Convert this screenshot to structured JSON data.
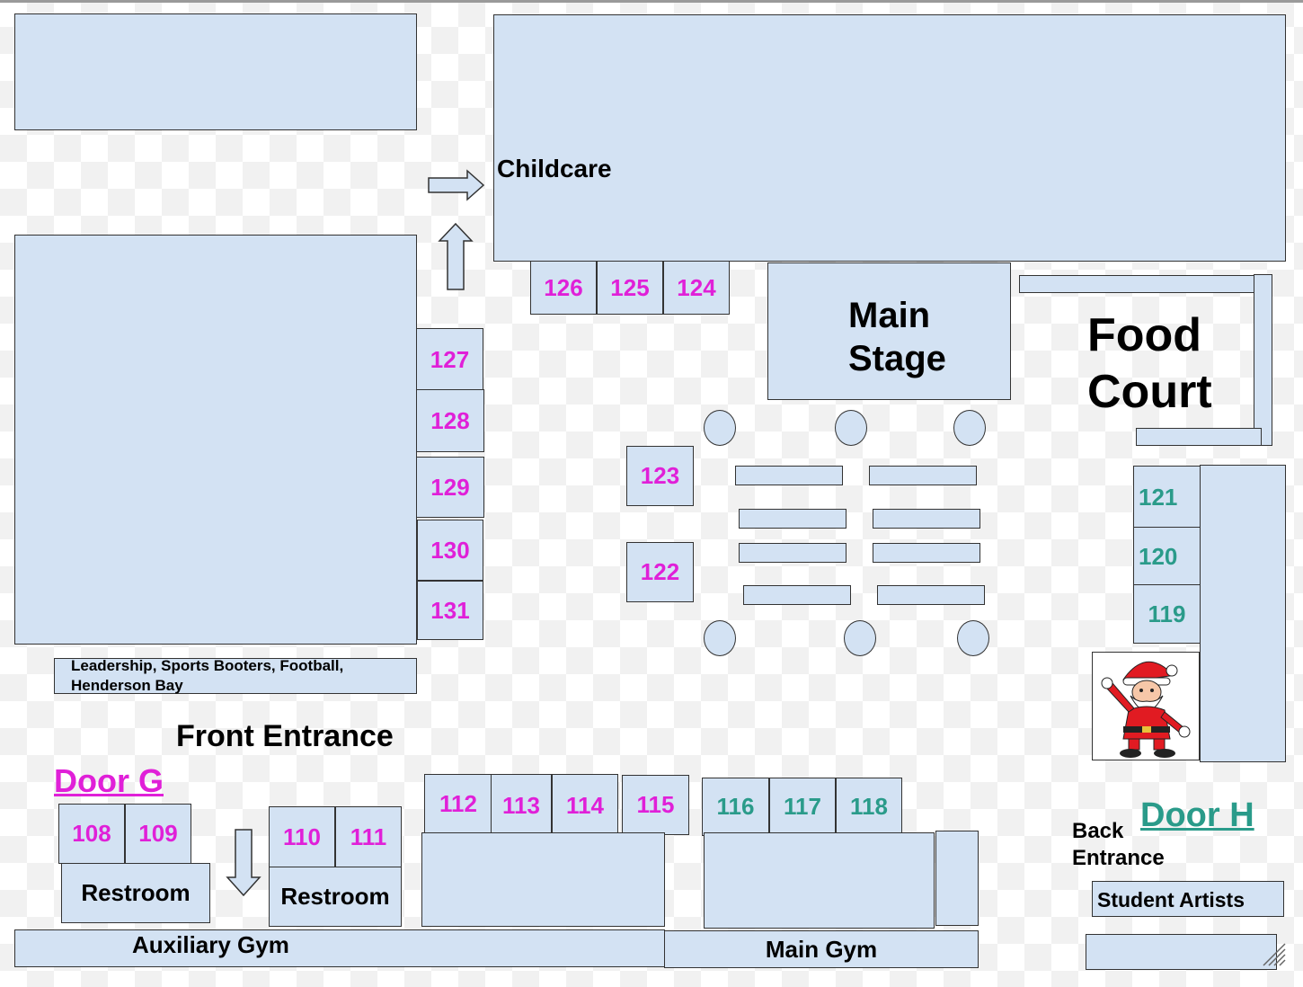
{
  "labels": {
    "childcare": "Childcare",
    "main_stage_line1": "Main",
    "main_stage_line2": "Stage",
    "food_court_line1": "Food",
    "food_court_line2": "Court",
    "leadership_line1": "Leadership, Sports Booters, Football,",
    "leadership_line2": "Henderson Bay",
    "front_entrance": "Front Entrance",
    "door_g": "Door G",
    "door_h": "Door H",
    "back_entrance_line1": "Back",
    "back_entrance_line2": "Entrance",
    "restroom": "Restroom",
    "student_artists": "Student Artists",
    "auxiliary_gym": "Auxiliary Gym",
    "main_gym": "Main Gym"
  },
  "booths": {
    "b108": "108",
    "b109": "109",
    "b110": "110",
    "b111": "111",
    "b112": "112",
    "b113": "113",
    "b114": "114",
    "b115": "115",
    "b116": "116",
    "b117": "117",
    "b118": "118",
    "b119": "119",
    "b120": "120",
    "b121": "121",
    "b122": "122",
    "b123": "123",
    "b124": "124",
    "b125": "125",
    "b126": "126",
    "b127": "127",
    "b128": "128",
    "b129": "129",
    "b130": "130",
    "b131": "131"
  },
  "colors": {
    "room_fill": "#d3e2f3",
    "booth_pink": "#e020d8",
    "booth_teal": "#2a9b8a"
  },
  "icons": {
    "santa": "santa-claus-image",
    "arrows": [
      "arrow-right-icon",
      "arrow-up-icon",
      "arrow-down-icon"
    ]
  }
}
